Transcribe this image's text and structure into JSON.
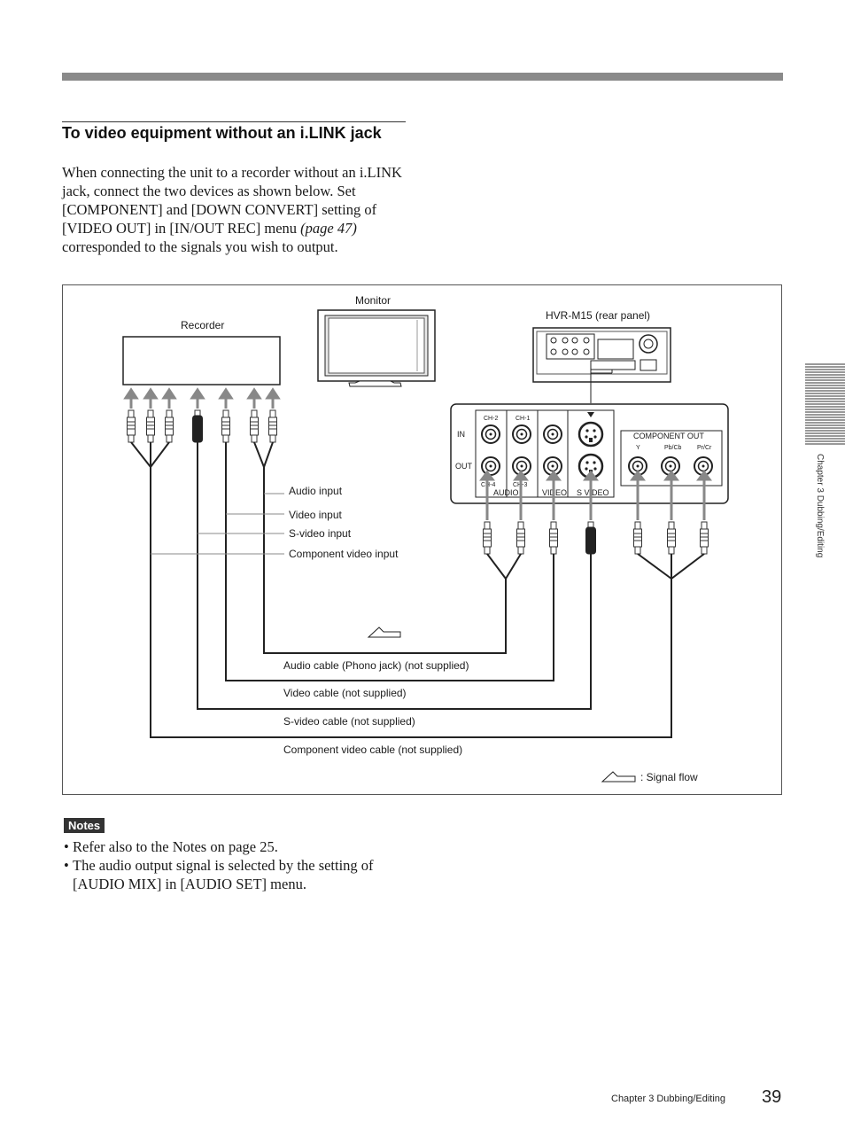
{
  "section": {
    "heading": "To video equipment without an i.LINK jack",
    "paragraph_before_ref": "When connecting the unit to a recorder without an i.LINK jack, connect the two devices as shown below. Set [COMPONENT] and [DOWN CONVERT] setting of [VIDEO OUT] in [IN/OUT REC] menu ",
    "page_ref": "(page 47)",
    "paragraph_after_ref": " corresponded to the signals you wish to output."
  },
  "diagram": {
    "recorder_label": "Recorder",
    "monitor_label": "Monitor",
    "device_label": "HVR-M15 (rear panel)",
    "inputs": {
      "audio": "Audio input",
      "video": "Video input",
      "svideo": "S-video input",
      "component": "Component video input"
    },
    "cables": {
      "audio": "Audio cable (Phono jack) (not supplied)",
      "video": "Video cable (not supplied)",
      "svideo": "S-video cable (not supplied)",
      "component": "Component video cable (not supplied)"
    },
    "signal_flow_legend": ": Signal flow",
    "panel": {
      "in": "IN",
      "out": "OUT",
      "ch2": "CH-2",
      "ch1": "CH-1",
      "ch4": "CH-4",
      "ch3": "CH-3",
      "audio": "AUDIO",
      "video": "VIDEO",
      "svideo": "S VIDEO",
      "component_out": "COMPONENT OUT",
      "y": "Y",
      "pb": "Pb/Cb",
      "pr": "Pr/Cr"
    }
  },
  "side_tab": {
    "label": "Chapter 3   Dubbing/Editing"
  },
  "notes": {
    "badge": "Notes",
    "items": [
      "Refer also to the Notes on page 25.",
      "The audio output signal is selected by the setting of [AUDIO MIX] in [AUDIO SET] menu."
    ]
  },
  "footer": {
    "chapter": "Chapter 3    Dubbing/Editing",
    "page_number": "39"
  }
}
